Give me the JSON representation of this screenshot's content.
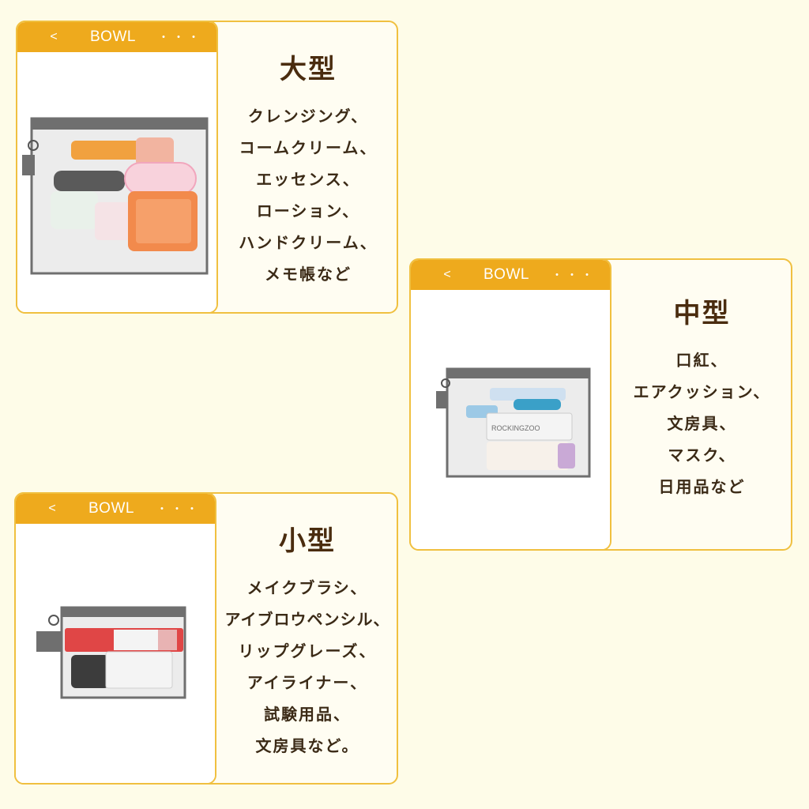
{
  "cards": [
    {
      "header": {
        "back": "<",
        "brand": "BOWL",
        "dots": "・・・"
      },
      "title": "大型",
      "lines": [
        "クレンジング、",
        "コームクリーム、",
        "エッセンス、",
        "ローション、",
        "ハンドクリーム、",
        "メモ帳など"
      ],
      "product_labels": []
    },
    {
      "header": {
        "back": "<",
        "brand": "BOWL",
        "dots": "・・・"
      },
      "title": "中型",
      "lines": [
        "口紅、",
        "エアクッション、",
        "文房具、",
        "マスク、",
        "日用品など"
      ],
      "product_labels": [
        "ROCKINGZOO"
      ]
    },
    {
      "header": {
        "back": "<",
        "brand": "BOWL",
        "dots": "・・・"
      },
      "title": "小型",
      "lines": [
        "メイクブラシ、",
        "アイブロウペンシル、",
        "リップグレーズ、",
        "アイライナー、",
        "試験用品、",
        "文房具など。"
      ],
      "product_labels": []
    }
  ],
  "colors": {
    "background": "#fefce8",
    "accent": "#eeaa1d",
    "border": "#f0c040",
    "text": "#3b2a16"
  }
}
